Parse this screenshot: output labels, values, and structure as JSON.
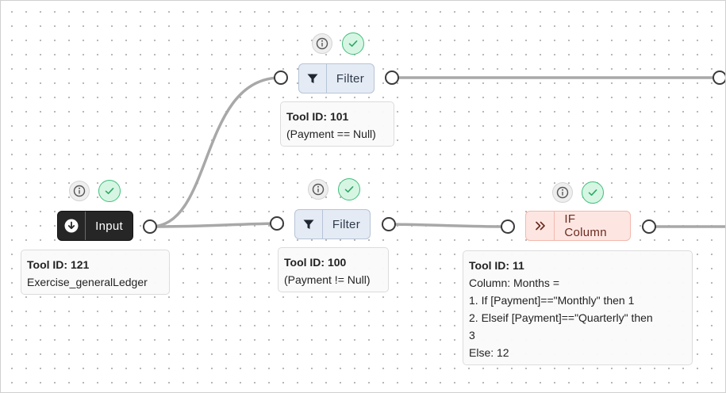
{
  "nodes": {
    "input": {
      "label": "Input",
      "tool_id": "Tool ID: 121",
      "desc": [
        "Exercise_generalLedger"
      ]
    },
    "filter_top": {
      "label": "Filter",
      "tool_id": "Tool ID: 101",
      "desc": [
        "(Payment == Null)"
      ]
    },
    "filter_bottom": {
      "label": "Filter",
      "tool_id": "Tool ID: 100",
      "desc": [
        "(Payment != Null)"
      ]
    },
    "if_column": {
      "label": "IF Column",
      "tool_id": "Tool ID: 11",
      "desc": [
        "Column: Months =",
        "1. If [Payment]==\"Monthly\" then 1",
        "2. Elseif [Payment]==\"Quarterly\" then",
        "3",
        "Else: 12"
      ]
    }
  },
  "icons": {
    "input": "download-circle-icon",
    "filter": "funnel-icon",
    "if_column": "double-chevron-right-icon",
    "info": "info-icon",
    "status": "check-icon"
  },
  "colors": {
    "wire": "#a8a8a8",
    "success": "#3fbf7a",
    "input_node": "#262626",
    "filter_node": "#e5ebf4",
    "if_column_node": "#fde6e2"
  }
}
